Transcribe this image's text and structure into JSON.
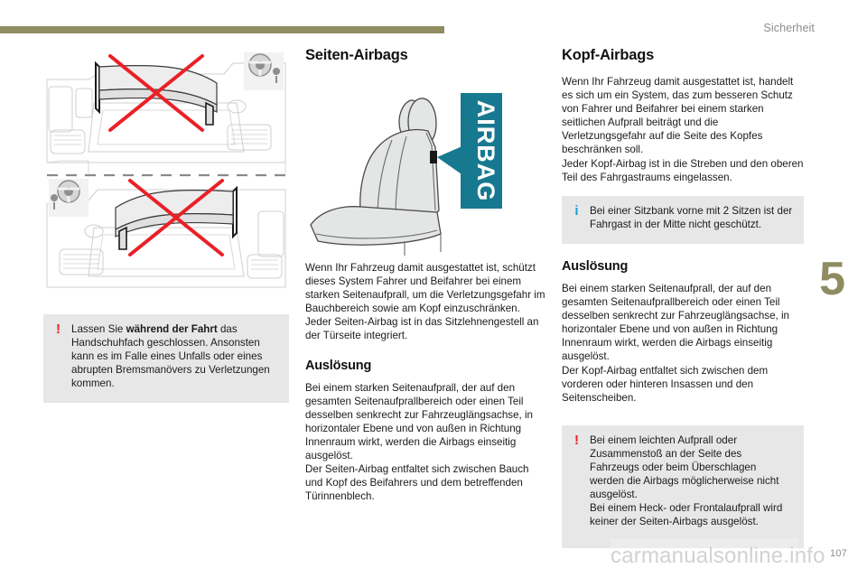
{
  "header": {
    "title": "Sicherheit",
    "rule_color": "#8f8c61"
  },
  "chapter": {
    "number": "5",
    "color": "#8f8c61"
  },
  "footer": {
    "watermark": "carmanualsonline.info",
    "page_number": "107"
  },
  "column_left": {
    "illustration": {
      "name": "glovebox-open-closed-prohibited",
      "alt": "Zwei Ansichten des Handschuhfachs mit rotem Kreuz"
    },
    "warning": {
      "icon": "warning-exclamation-icon",
      "icon_color": "#ed2024",
      "background": "#e7e7e7",
      "text_before_bold": "Lassen Sie ",
      "bold": "während der Fahrt",
      "text_after_bold": " das Handschuhfach geschlossen. Ansonsten kann es im Falle eines Unfalls oder eines abrupten Bremsmanövers zu Verletzungen kommen."
    }
  },
  "column_middle": {
    "title": "Seiten-Airbags",
    "illustration": {
      "name": "seat-side-airbag-location",
      "label": "AIRBAG",
      "label_color": "#17798f"
    },
    "paragraphs": [
      "Wenn Ihr Fahrzeug damit ausgestattet ist, schützt dieses System Fahrer und Beifahrer bei einem starken Seitenaufprall, um die Verletzungsgefahr im Bauchbereich sowie am Kopf einzuschränken.",
      "Jeder Seiten-Airbag ist in das Sitzlehnengestell an der Türseite integriert."
    ],
    "subtitle": "Auslösung",
    "subtitle_paragraphs": [
      "Bei einem starken Seitenaufprall, der auf den gesamten Seitenaufprallbereich oder einen Teil desselben senkrecht zur Fahrzeuglängsachse, in horizontaler Ebene und von außen in Richtung Innenraum wirkt, werden die Airbags einseitig ausgelöst.",
      "Der Seiten-Airbag entfaltet sich zwischen Bauch und Kopf des Beifahrers und dem betreffenden Türinnenblech."
    ]
  },
  "column_right": {
    "title": "Kopf-Airbags",
    "paragraphs": [
      "Wenn Ihr Fahrzeug damit ausgestattet ist, handelt es sich um ein System, das zum besseren Schutz von Fahrer und Beifahrer bei einem starken seitlichen Aufprall beiträgt und die Verletzungsgefahr auf die Seite des Kopfes beschränken soll.",
      "Jeder Kopf-Airbag ist in die Streben und den oberen Teil des Fahrgastraums eingelassen."
    ],
    "info": {
      "icon": "info-i-icon",
      "icon_color": "#1b9cd8",
      "background": "#e7e7e7",
      "text": "Bei einer Sitzbank vorne mit 2 Sitzen ist der Fahrgast in der Mitte nicht geschützt."
    },
    "subtitle": "Auslösung",
    "subtitle_paragraphs": [
      "Bei einem starken Seitenaufprall, der auf den gesamten Seitenaufprallbereich oder einen Teil desselben senkrecht zur Fahrzeuglängsachse, in horizontaler Ebene und von außen in Richtung Innenraum wirkt, werden die Airbags einseitig ausgelöst.",
      "Der Kopf-Airbag entfaltet sich zwischen dem vorderen oder hinteren Insassen und den Seitenscheiben."
    ],
    "warning": {
      "icon": "warning-exclamation-icon",
      "icon_color": "#ed2024",
      "background": "#e7e7e7",
      "paragraphs": [
        "Bei einem leichten Aufprall oder Zusammenstoß an der Seite des Fahrzeugs oder beim Überschlagen werden die Airbags möglicherweise nicht ausgelöst.",
        "Bei einem Heck- oder Frontalaufprall wird keiner der Seiten-Airbags ausgelöst."
      ]
    }
  }
}
